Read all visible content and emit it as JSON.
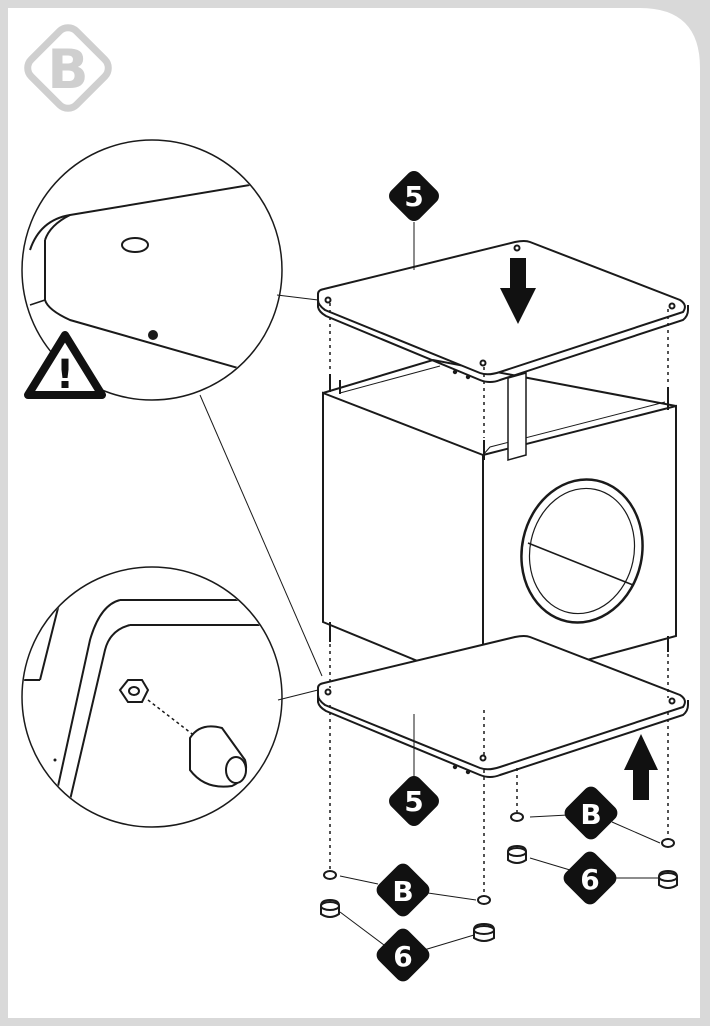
{
  "step_badge": {
    "label": "B"
  },
  "callouts": {
    "top_board": "5",
    "bottom_board": "5",
    "nuts_right": "B",
    "nuts_left": "B",
    "feet_right": "6",
    "feet_left": "6"
  },
  "warning": {
    "icon": "warning-triangle-icon",
    "symbol": "!"
  },
  "arrows": {
    "top": "arrow-down-icon",
    "bottom": "arrow-up-icon"
  },
  "colors": {
    "background": "#d9d9d9",
    "panel": "#ffffff",
    "line": "#1a1a1a",
    "badge_fill": "#111111",
    "badge_text": "#ffffff",
    "step_badge": "#cfcfcf"
  }
}
